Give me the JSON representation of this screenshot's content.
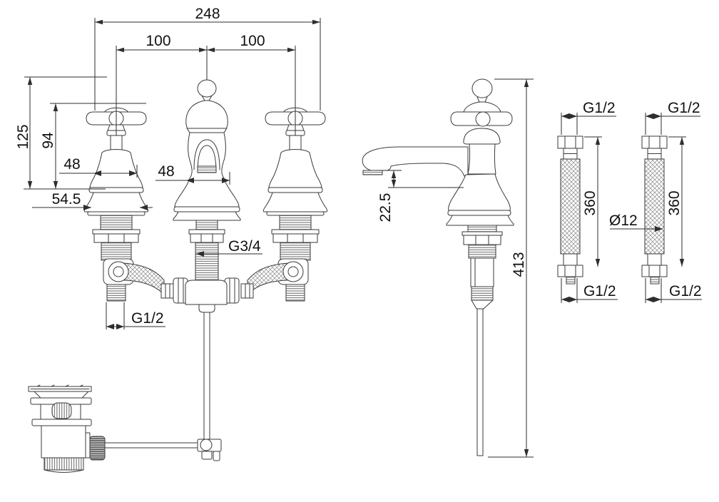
{
  "front_view": {
    "dim_total_width": "248",
    "dim_spacing_left": "100",
    "dim_spacing_right": "100",
    "dim_overall_height": "125",
    "dim_handle_height": "94",
    "dim_handle_width": "48",
    "dim_spout_width": "48",
    "dim_base_width": "54.5",
    "dim_spout_thread": "G3/4",
    "dim_tail_thread": "G1/2"
  },
  "side_view": {
    "dim_spout_height": "22.5",
    "dim_overall_height": "413"
  },
  "hoses": {
    "left": {
      "dim_top_thread": "G1/2",
      "dim_length": "360",
      "dim_bottom_thread": "G1/2"
    },
    "right": {
      "dim_top_thread": "G1/2",
      "dim_length": "360",
      "dim_bottom_thread": "G1/2",
      "dim_diameter": "Ø12"
    }
  },
  "colors": {
    "line": "#3a3a3a",
    "text": "#111111",
    "background": "#ffffff"
  }
}
